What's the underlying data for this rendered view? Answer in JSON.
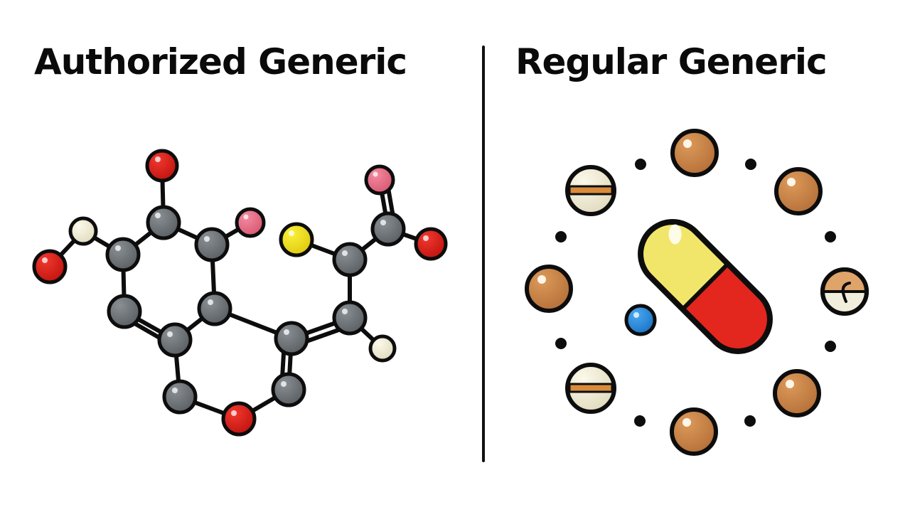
{
  "panels": {
    "left": {
      "title": "Authorized Generic",
      "illustration": "molecule-diagram",
      "atom_colors": {
        "carbon": "#6f7479",
        "oxygen": "#e0201b",
        "pink": "#e86e86",
        "sulfur": "#f2e21a",
        "hydrogen": "#f3f0d8"
      }
    },
    "right": {
      "title": "Regular Generic",
      "illustration": "capsule-with-ring-of-pills",
      "capsule_colors": {
        "top": "#f2e66a",
        "bottom": "#e3261e"
      },
      "pill_colors": {
        "brown": "#cf8a4b",
        "cream": "#f1eedc",
        "stripe": "#d98b3c",
        "blue": "#2a8fe0"
      }
    }
  },
  "divider": {
    "color": "#111111"
  }
}
